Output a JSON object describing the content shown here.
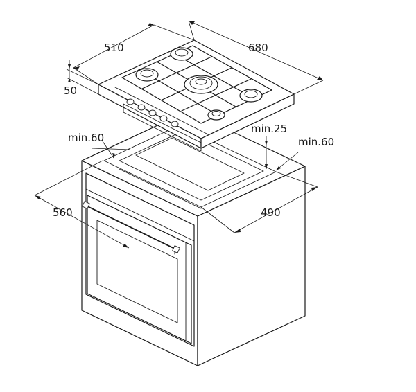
{
  "dimensions": {
    "hob_width": "680",
    "hob_depth": "510",
    "hob_height": "50",
    "rear_clearance": "min.60",
    "top_clearance": "min.25",
    "side_clearance": "min.60",
    "cutout_depth": "560",
    "cutout_width": "490"
  },
  "icons": {
    "burner": "gas-burner-icon",
    "knob": "control-knob-icon",
    "handle": "oven-handle-icon"
  },
  "colors": {
    "line": "#1a1a1a",
    "background": "#ffffff"
  }
}
